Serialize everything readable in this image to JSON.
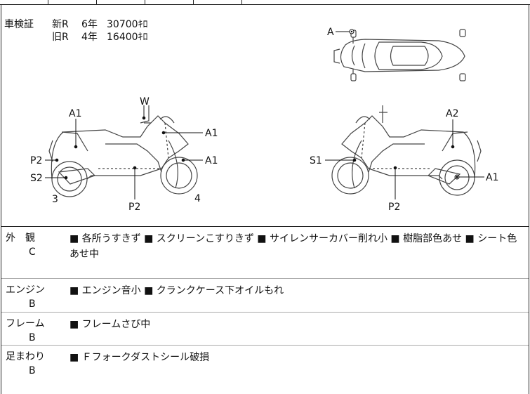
{
  "inspection": {
    "label": "車検証",
    "rows": [
      {
        "type": "新R",
        "years": "6年",
        "weight": "30700ｷﾛ"
      },
      {
        "type": "旧R",
        "years": "4年",
        "weight": "16400ｷﾛ"
      }
    ]
  },
  "diagram": {
    "top_view": {
      "labels": [
        "A"
      ]
    },
    "left_side": {
      "labels": [
        "W",
        "A1",
        "A1",
        "A1",
        "P2",
        "S2",
        "P2",
        "3",
        "4"
      ]
    },
    "right_side": {
      "labels": [
        "A2",
        "S1",
        "A1",
        "P2"
      ]
    }
  },
  "conditions": [
    {
      "category": "外　観",
      "grade": "C",
      "text": "■ 各所うすきず ■ スクリーンこすりきず ■ サイレンサーカバー削れ小 ■ 樹脂部色あせ ■ シート色あせ中"
    },
    {
      "category": "エンジン",
      "grade": "B",
      "text": "■ エンジン音小 ■ クランクケース下オイルもれ"
    },
    {
      "category": "フレーム",
      "grade": "B",
      "text": "■ フレームさび中"
    },
    {
      "category": "足まわり",
      "grade": "B",
      "text": "■ Ｆフォークダストシール破損"
    }
  ]
}
